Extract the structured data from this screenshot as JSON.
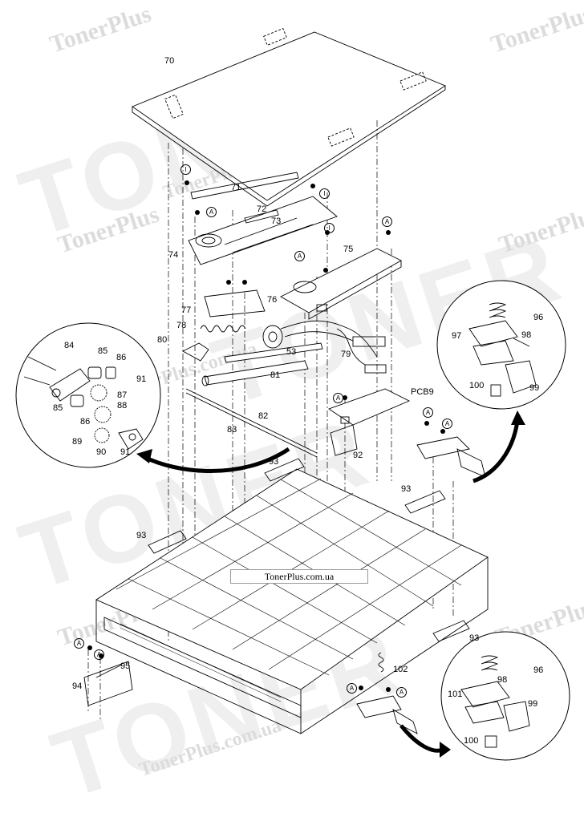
{
  "watermark": {
    "small": "TonerPlus",
    "big": "TONER",
    "site": "TonerPlus.com.ua"
  },
  "banner": "TonerPlus.com.ua",
  "callouts": {
    "c70": "70",
    "c71": "71",
    "c72": "72",
    "c73": "73",
    "c74": "74",
    "c75": "75",
    "c76": "76",
    "c77": "77",
    "c78": "78",
    "c79": "79",
    "c80": "80",
    "c81": "81",
    "c82": "82",
    "c83": "83",
    "c84": "84",
    "c85a": "85",
    "c85b": "85",
    "c86a": "86",
    "c86b": "86",
    "c87": "87",
    "c88": "88",
    "c89": "89",
    "c90": "90",
    "c91a": "91",
    "c91b": "91",
    "c92": "92",
    "c93a": "93",
    "c93b": "93",
    "c93c": "93",
    "c93d": "93",
    "c94": "94",
    "c95": "95",
    "c96a": "96",
    "c96b": "96",
    "c97": "97",
    "c98a": "98",
    "c98b": "98",
    "c99a": "99",
    "c99b": "99",
    "c100a": "100",
    "c100b": "100",
    "c101": "101",
    "c102": "102",
    "c53": "53",
    "pcb9": "PCB9"
  },
  "screw_marks": {
    "a": "A",
    "i": "I"
  }
}
